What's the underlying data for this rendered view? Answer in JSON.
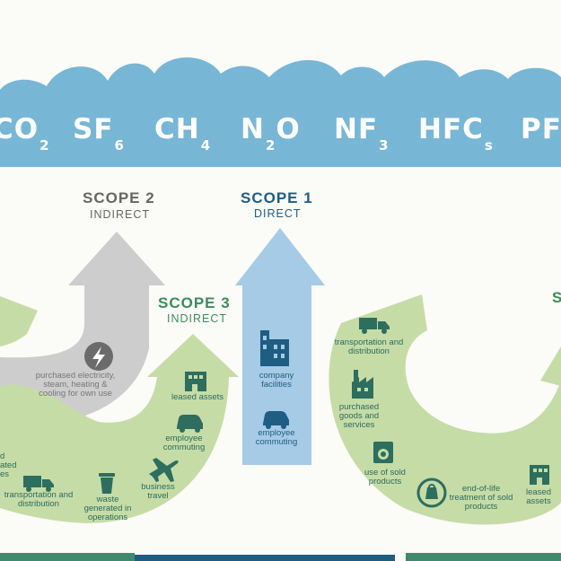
{
  "gases": [
    {
      "base": "CO",
      "sub": "2"
    },
    {
      "base": "SF",
      "sub": "6"
    },
    {
      "base": "CH",
      "sub": "4"
    },
    {
      "base": "N",
      "sub": "2",
      "tail": "O"
    },
    {
      "base": "NF",
      "sub": "3"
    },
    {
      "base": "HFC",
      "sub": "s"
    },
    {
      "base": "PFC",
      "sub": ""
    }
  ],
  "scopes": {
    "scope2": {
      "title": "SCOPE 2",
      "subtitle": "INDIRECT"
    },
    "scope1": {
      "title": "SCOPE 1",
      "subtitle": "DIRECT"
    },
    "scope3": {
      "title": "SCOPE 3",
      "subtitle": "INDIRECT"
    },
    "scope3_right": {
      "title": "S"
    }
  },
  "labels": {
    "purchased_electricity": "purchased electricity, steam, heating & cooling for own use",
    "company_facilities": "company facilities",
    "employee_commuting_s1": "employee commuting",
    "leased_assets_up": "leased assets",
    "employee_commuting_s3": "employee commuting",
    "business_travel": "business travel",
    "waste": "waste generated in operations",
    "transport_up": "transportation and distribution",
    "partial_left": "d ated es",
    "transport_down": "transportation and distribution",
    "purchased_goods": "purchased goods and services",
    "use_of_products": "use of sold products",
    "end_of_life": "end-of-life treatment of sold products",
    "leased_assets_down": "leased assets"
  },
  "colors": {
    "cloud": "#78b6d6",
    "green_arrow": "#c6dca7",
    "grey_arrow": "#cdcdcd",
    "blue_arrow": "#a6cbe6",
    "scope1_text": "#1f5d82",
    "scope2_text": "#666666",
    "scope3_text": "#3e8c5a",
    "icon_green": "#2d6e5e",
    "icon_blue": "#1f5d82",
    "icon_grey": "#6b6b6b"
  }
}
